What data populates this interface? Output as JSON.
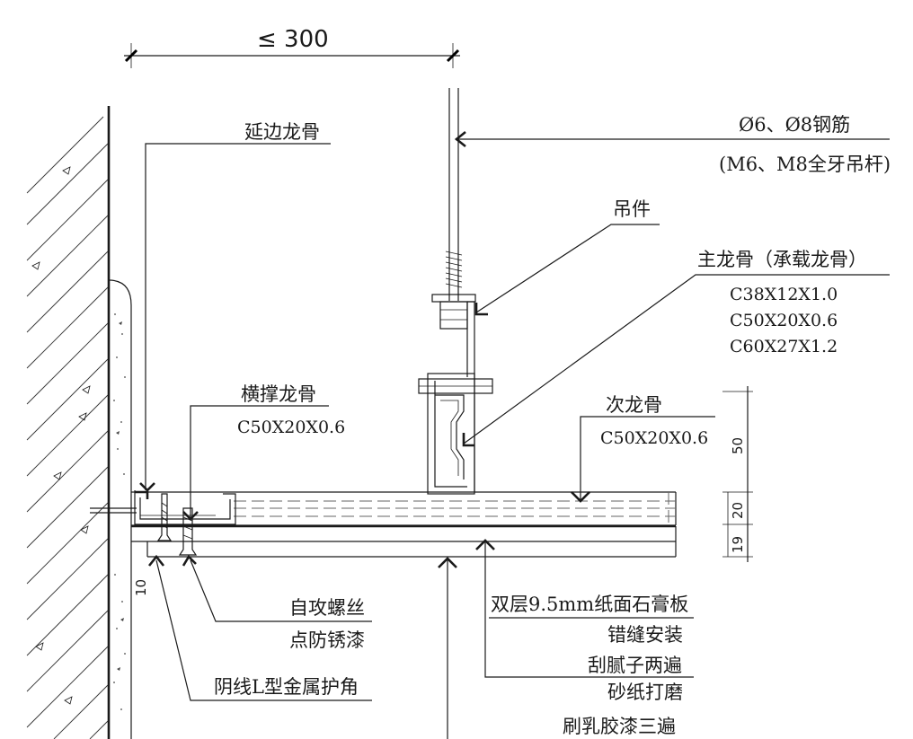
{
  "top_dimension": "≤ 300",
  "labels": {
    "edge_keel": "延边龙骨",
    "rebar": "Ø6、Ø8钢筋",
    "rod": "(M6、M8全牙吊杆)",
    "hanger": "吊件",
    "main_keel": "主龙骨（承载龙骨）",
    "main_spec_1": "C38X12X1.0",
    "main_spec_2": "C50X20X0.6",
    "main_spec_3": "C60X27X1.2",
    "cross_keel": "横撑龙骨",
    "cross_spec": "C50X20X0.6",
    "sub_keel": "次龙骨",
    "sub_spec": "C50X20X0.6",
    "screw": "自攻螺丝",
    "antirust": "点防锈漆",
    "corner": "阴线L型金属护角",
    "board": "双层9.5mm纸面石膏板",
    "stagger": "错缝安装",
    "putty": "刮腻子两遍",
    "sand": "砂纸打磨",
    "latex": "刷乳胶漆三遍"
  },
  "side_dimensions": {
    "d50": "50",
    "d20": "20",
    "d19": "19",
    "d10": "10"
  }
}
